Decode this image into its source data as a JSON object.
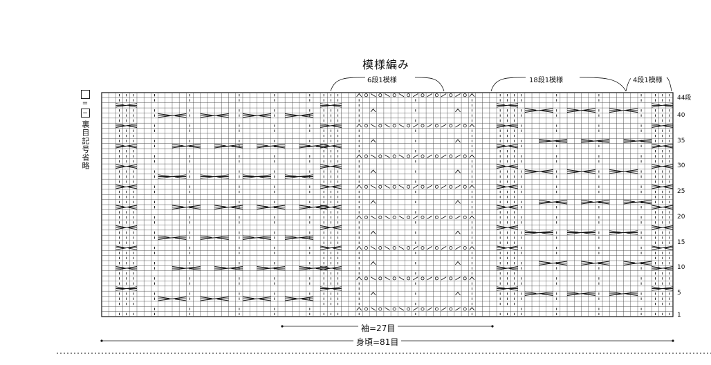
{
  "title": "模様編み",
  "legend": {
    "symbol_eq": "=",
    "inner_symbol": "−",
    "note": "裏目記号省略"
  },
  "repeats": [
    {
      "label": "6段1模様"
    },
    {
      "label": "18段1模様"
    },
    {
      "label": "4段1模様"
    }
  ],
  "row_numbers": [
    "44段",
    "40",
    "35",
    "30",
    "25",
    "20",
    "15",
    "10",
    "5",
    "1"
  ],
  "measurements": {
    "sleeve": "袖=27目",
    "body": "身頃=81目"
  },
  "colors": {
    "grid": "#444444",
    "grid_border": "#111111",
    "symbol": "#111111"
  }
}
